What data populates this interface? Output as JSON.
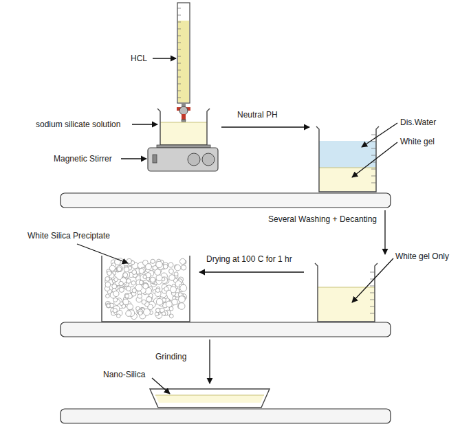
{
  "diagram": {
    "labels": [
      "HCL",
      "sodium silicate solution",
      "Magnetic Stirrer",
      "Neutral PH",
      "Dis.Water",
      "White gel",
      "Several Washing + Decanting",
      "White gel Only",
      "Drying at 100 C for 1 hr",
      "White Silica Preciptate",
      "Grinding",
      "Nano-Silica"
    ]
  }
}
